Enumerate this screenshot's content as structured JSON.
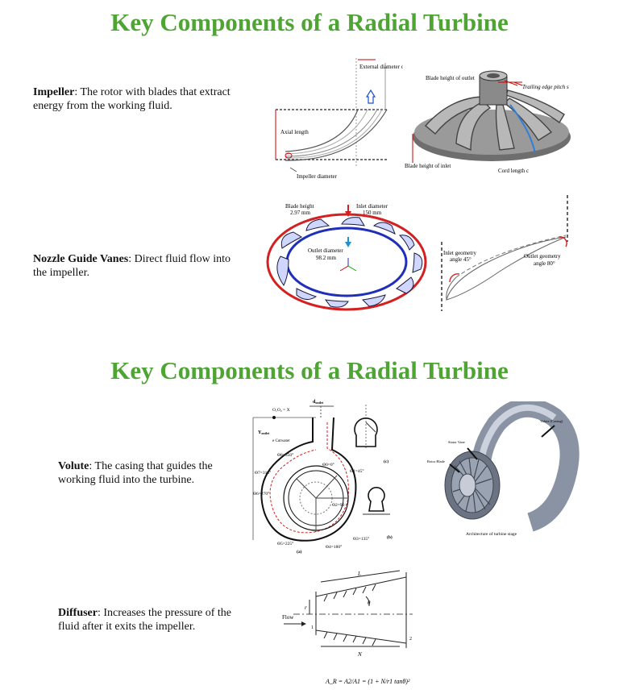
{
  "slide1": {
    "title": "Key Components of a Radial Turbine",
    "impeller": {
      "term": "Impeller",
      "text": ": The rotor with blades that extract energy from the working fluid.",
      "figure_labels": {
        "external_diameter": "External diameter of outlet",
        "axial_length": "Axial length",
        "impeller_diameter": "Impeller diameter",
        "blade_height_outlet": "Blade height of outlet",
        "trailing_edge": "Trailing edge pitch s",
        "blade_height_inlet": "Blade height of inlet",
        "cord_length": "Cord length c"
      }
    },
    "nozzle": {
      "term": "Nozzle Guide Vanes",
      "text": ": Direct fluid flow into the impeller.",
      "figure_labels": {
        "blade_height": "Blade height",
        "blade_height_val": "2.97 mm",
        "inlet_diameter": "Inlet diameter",
        "inlet_diameter_val": "150 mm",
        "outlet_diameter": "Outlet diameter",
        "outlet_diameter_val": "98.2 mm",
        "inlet_geometry": "Inlet geometry",
        "inlet_geometry_val": "angle 45°",
        "outlet_geometry": "Outlet geometry",
        "outlet_geometry_val": "angle 80°"
      }
    }
  },
  "slide2": {
    "title": "Key Components of a Radial Turbine",
    "volute": {
      "term": "Volute",
      "text": ": The casing that guides the working fluid into the turbine.",
      "figure_labels": {
        "d_outlet": "d",
        "d_outlet_sub": "outlet",
        "y_outlet": "Y",
        "y_outlet_sub": "outlet",
        "e_cutwater": "e Cutwater",
        "o1o2": "O₁O₂ = X",
        "theta8": "Θ8=350°",
        "theta7": "Θ7=315°",
        "theta6": "Θ6=270°",
        "theta5": "Θ5=225°",
        "theta4": "Θ4=180°",
        "theta3": "Θ3=135°",
        "theta2": "Θ2=90",
        "theta1": "Θ1=45°",
        "theta0": "Θ0=0°",
        "label_a": "(a)",
        "label_b": "(b)",
        "label_c": "(c)",
        "volute_casing": "Volute (Casing)",
        "stator_vane": "Stator Vane",
        "rotor_blade": "Rotor Blade",
        "architecture": "Architecture of turbine stage"
      }
    },
    "diffuser": {
      "term": "Diffuser",
      "text": ": Increases the pressure of the fluid after it exits the impeller.",
      "figure_labels": {
        "flow": "Flow",
        "L": "L",
        "N": "N",
        "theta": "θ",
        "r1": "r",
        "one": "1",
        "two": "2",
        "formula": "A_R = A2/A1 = (1 + N/r1 tanθ)²"
      }
    }
  },
  "colors": {
    "title_green": "#4ea534",
    "ring_red": "#d42020",
    "ring_blue": "#1e2fb8"
  }
}
